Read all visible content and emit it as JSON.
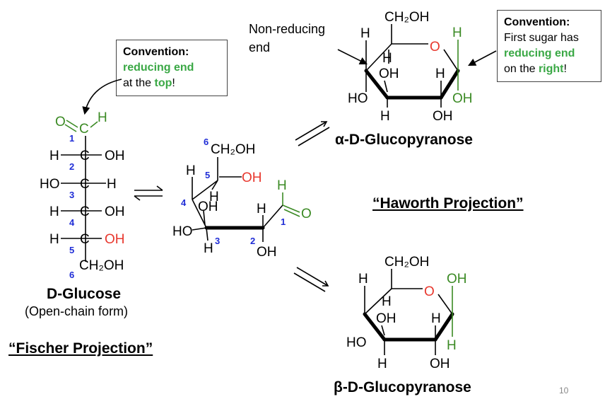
{
  "boxes": {
    "left": {
      "head": "Convention:",
      "part1": "reducing end",
      "part2": " at the ",
      "part3": "top",
      "part4": "!"
    },
    "right": {
      "head": "Convention:",
      "part1": "First sugar has ",
      "part2": "reducing end",
      "part3": " on the ",
      "part4": "right",
      "part5": "!"
    }
  },
  "labels": {
    "nonreducing": "Non-reducing end",
    "alpha_title": "α-D-Glucopyranose",
    "beta_title": "β-D-Glucopyranose",
    "dglucose": "D-Glucose",
    "openchain": "(Open-chain form)",
    "fischer": "“Fischer Projection”",
    "haworth": "“Haworth Projection”",
    "page": "10"
  },
  "atoms": {
    "O": "O",
    "H": "H",
    "C": "C",
    "OH": "OH",
    "HO": "HO",
    "CH2OH": "CH₂OH",
    "nums": [
      "1",
      "2",
      "3",
      "4",
      "5",
      "6"
    ]
  },
  "colors": {
    "green": "#3b8a24",
    "red": "#e8382e",
    "blue": "#1f2dd6",
    "accent_green": "#3aa845"
  }
}
